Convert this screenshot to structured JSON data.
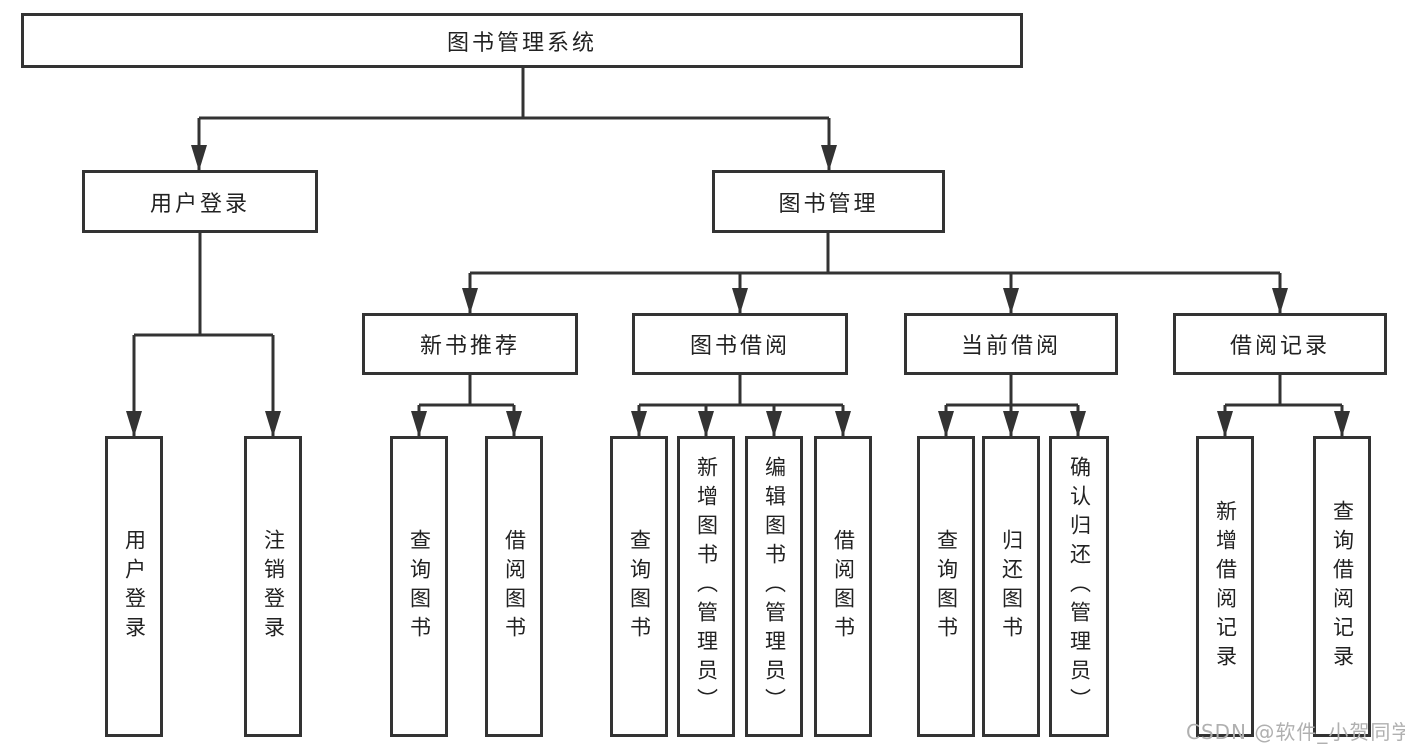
{
  "colors": {
    "line": "#333333",
    "text": "#222222",
    "watermark_gray": "#b0b0b0",
    "background": "#ffffff"
  },
  "watermark": {
    "text": "CSDN @软件_小贺同学"
  },
  "tree": {
    "root": {
      "label": "图书管理系统"
    },
    "level2": [
      {
        "label": "用户登录"
      },
      {
        "label": "图书管理"
      }
    ],
    "level3": [
      {
        "label": "新书推荐"
      },
      {
        "label": "图书借阅"
      },
      {
        "label": "当前借阅"
      },
      {
        "label": "借阅记录"
      }
    ],
    "leaves": {
      "user_login": [
        "用户登录",
        "注销登录"
      ],
      "new_book_rec": [
        "查询图书",
        "借阅图书"
      ],
      "book_borrow": [
        "查询图书",
        "新增图书（管理员）",
        "编辑图书（管理员）",
        "借阅图书"
      ],
      "current_borrow": [
        "查询图书",
        "归还图书",
        "确认归还（管理员）"
      ],
      "borrow_records": [
        "新增借阅记录",
        "查询借阅记录"
      ]
    }
  }
}
